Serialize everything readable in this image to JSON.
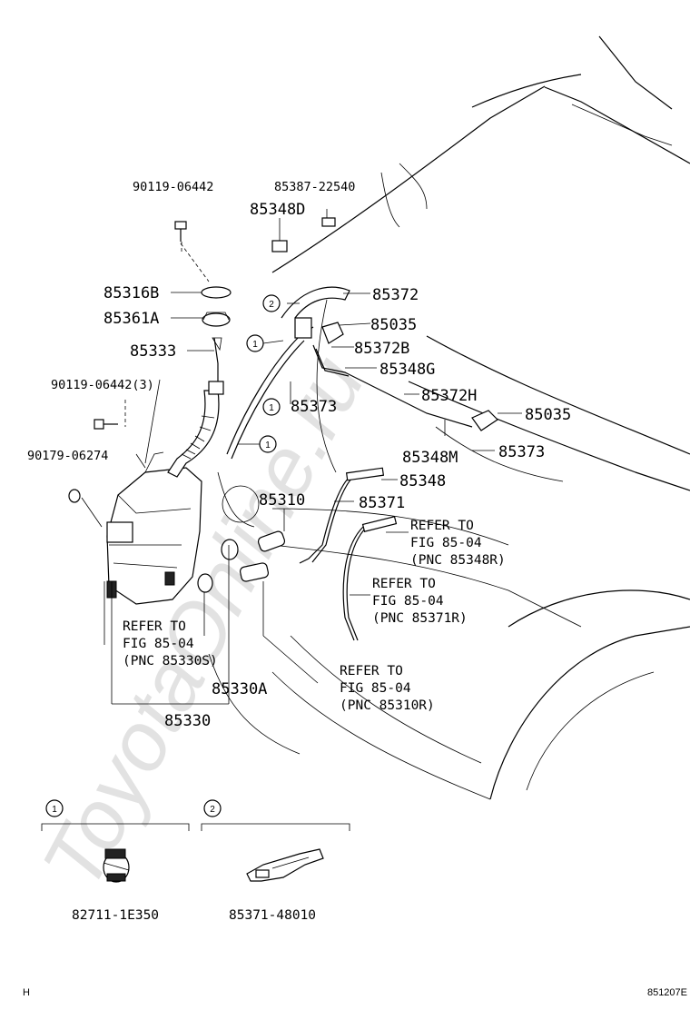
{
  "watermark": "ToyotaOnline.ru",
  "labels": {
    "p_90119_06442": "90119-06442",
    "p_85387_22540": "85387-22540",
    "p_85348D": "85348D",
    "p_85316B": "85316B",
    "p_85361A": "85361A",
    "p_85372": "85372",
    "p_85035_top": "85035",
    "p_85333": "85333",
    "p_85372B": "85372B",
    "p_85348G": "85348G",
    "p_90119_06442_3": "90119-06442(3)",
    "p_85373_a": "85373",
    "p_85372H": "85372H",
    "p_85035_right": "85035",
    "p_90179_06274": "90179-06274",
    "p_85348M": "85348M",
    "p_85373_b": "85373",
    "p_85348": "85348",
    "p_85310": "85310",
    "p_85371": "85371",
    "p_85330A": "85330A",
    "p_85330": "85330",
    "p_82711_1E350": "82711-1E350",
    "p_85371_48010": "85371-48010"
  },
  "refer_notes": {
    "n1": [
      "REFER TO",
      "FIG 85-04",
      "(PNC 85348R)"
    ],
    "n2": [
      "REFER TO",
      "FIG 85-04",
      "(PNC 85371R)"
    ],
    "n3": [
      "REFER TO",
      "FIG 85-04",
      "(PNC 85330S)"
    ],
    "n4": [
      "REFER TO",
      "FIG 85-04",
      "(PNC 85310R)"
    ]
  },
  "callouts": {
    "c1": "1",
    "c2": "2"
  },
  "footer": {
    "left_mark": "H",
    "figure_code": "851207E"
  }
}
